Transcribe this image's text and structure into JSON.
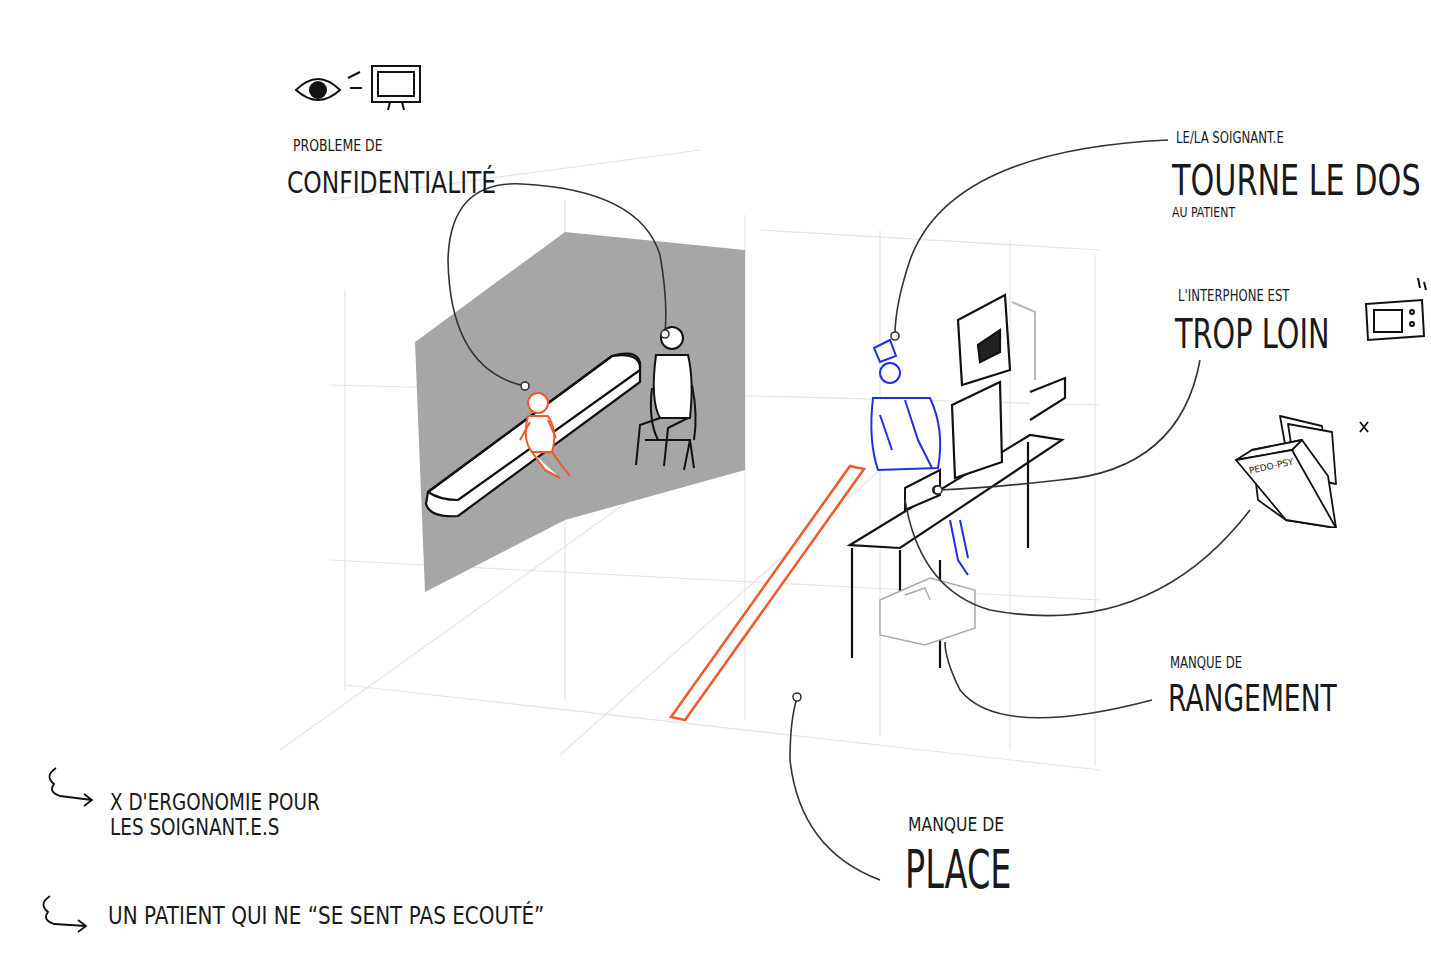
{
  "diagram": {
    "nodes": [
      {
        "text": [
          "PEDO-PSY"
        ]
      }
    ],
    "labels": [
      "PROBLEME DE",
      "CONFIDENTIALITÉ",
      "LE/LA SOIGNANT.E",
      "TOURNE LE DOS",
      "AU PATIENT",
      "L'INTERPHONE EST",
      "TROP LOIN",
      "MANQUE DE",
      "RANGEMENT",
      "MANQUE DE",
      "PLACE",
      "X D'ERGONOMIE POUR LES SOIGNANT.E.S",
      "UN PATIENT QUI NE “SE SENT PAS ECOUTÉ”"
    ]
  }
}
